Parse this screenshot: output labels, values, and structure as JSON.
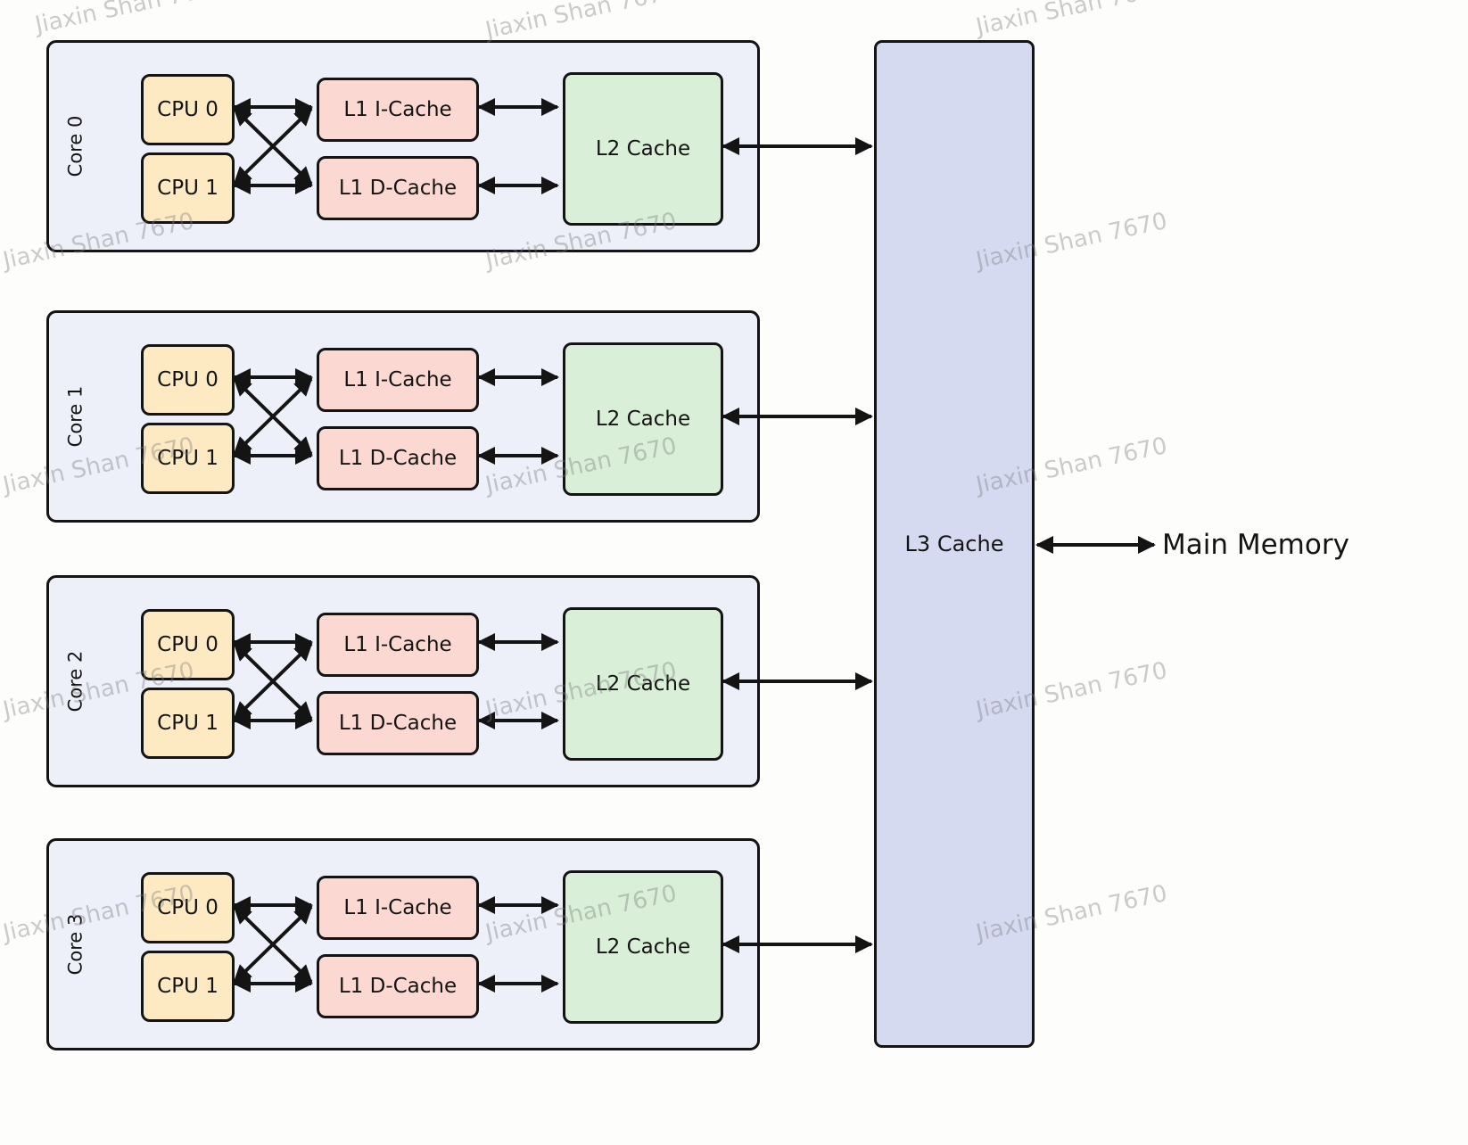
{
  "diagram": {
    "watermark_text": "Jiaxin Shan 7670",
    "cores": [
      {
        "label": "Core 0",
        "cpu0": "CPU 0",
        "cpu1": "CPU 1",
        "l1i": "L1 I-Cache",
        "l1d": "L1 D-Cache",
        "l2": "L2 Cache"
      },
      {
        "label": "Core 1",
        "cpu0": "CPU 0",
        "cpu1": "CPU 1",
        "l1i": "L1 I-Cache",
        "l1d": "L1 D-Cache",
        "l2": "L2 Cache"
      },
      {
        "label": "Core 2",
        "cpu0": "CPU 0",
        "cpu1": "CPU 1",
        "l1i": "L1 I-Cache",
        "l1d": "L1 D-Cache",
        "l2": "L2 Cache"
      },
      {
        "label": "Core 3",
        "cpu0": "CPU 0",
        "cpu1": "CPU 1",
        "l1i": "L1 I-Cache",
        "l1d": "L1 D-Cache",
        "l2": "L2 Cache"
      }
    ],
    "l3": {
      "label": "L3 Cache"
    },
    "main_memory": {
      "label": "Main Memory"
    },
    "colors": {
      "core_background": "#edeff9",
      "cpu_fill": "#fdeac3",
      "l1_cache_fill": "#fbd9d2",
      "l2_cache_fill": "#d9efd7",
      "l3_cache_fill": "#d6daf1",
      "border": "#141414",
      "arrow": "#141414",
      "watermark": "#7a7a7a"
    }
  }
}
